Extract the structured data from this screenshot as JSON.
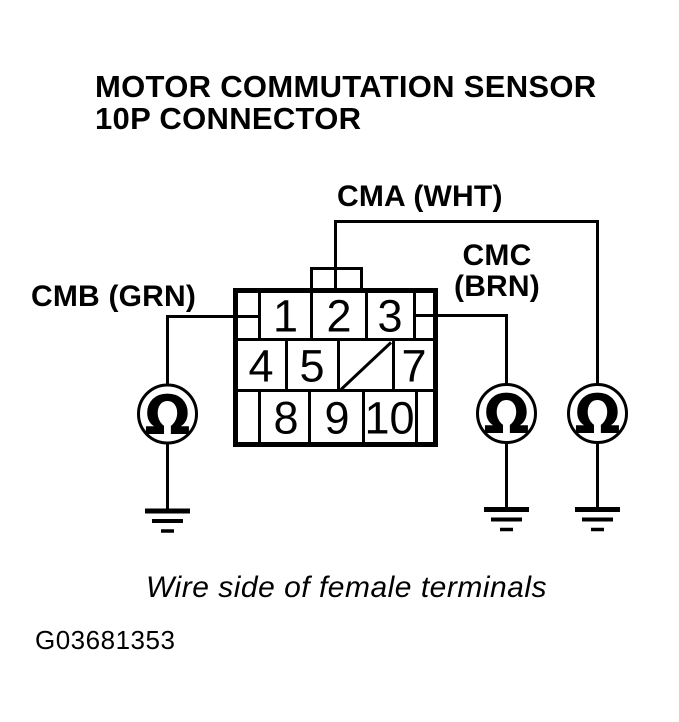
{
  "colors": {
    "ink": "#000000",
    "paper": "#ffffff"
  },
  "title": {
    "line1": "MOTOR COMMUTATION SENSOR",
    "line2": "10P CONNECTOR"
  },
  "wire_labels": {
    "cma": "CMA (WHT)",
    "cmb": "CMB (GRN)",
    "cmc_line1": "CMC",
    "cmc_line2": "(BRN)"
  },
  "connector": {
    "pins": {
      "row1": [
        "1",
        "2",
        "3"
      ],
      "row2": [
        "4",
        "5",
        "7"
      ],
      "row3": [
        "8",
        "9",
        "10"
      ]
    }
  },
  "meter": {
    "symbol": "Ω"
  },
  "caption": "Wire side of female terminals",
  "figure_id": "G03681353"
}
